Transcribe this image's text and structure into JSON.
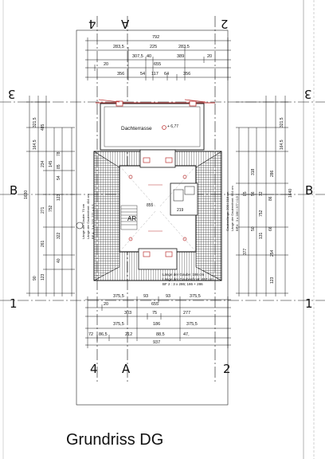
{
  "title": "Grundriss DG",
  "axes": {
    "top_left": "4",
    "top_mid": "A",
    "top_right": "2",
    "left_top": "3",
    "right_top": "3",
    "left_mid": "B",
    "right_mid": "B",
    "left_bottom": "1",
    "right_bottom": "1",
    "bottom_left": "4",
    "bottom_mid": "A",
    "bottom_right": "2"
  },
  "top_dims": {
    "row1": [
      "792"
    ],
    "row2": [
      "283,5",
      "225",
      "283,5"
    ],
    "row3": [
      "307,5",
      "40",
      "389",
      "20"
    ],
    "row4": [
      "20",
      "655"
    ],
    "row5": [
      "356",
      "54",
      "117",
      "64",
      "356"
    ]
  },
  "bottom_dims": {
    "row1": [
      "375,5",
      "93",
      "93",
      "375,5"
    ],
    "row2": [
      "20",
      "655"
    ],
    "row3": [
      "303",
      "75",
      "277"
    ],
    "row4": [
      "375,5",
      "186",
      "375,5"
    ],
    "row5": [
      "72",
      "86,5",
      "212",
      "88,5",
      "47,"
    ],
    "row6": [
      "937"
    ]
  },
  "left_dims": [
    "1630",
    "321,5",
    "164,5",
    "485",
    "234",
    "78",
    "145",
    "85",
    "54",
    "271",
    "752",
    "123",
    "322",
    "261",
    "40",
    "123",
    "90"
  ],
  "right_dims": [
    "321,5",
    "164,5",
    "1640",
    "286",
    "318",
    "85",
    "56",
    "12",
    "86",
    "752",
    "377",
    "50",
    "66",
    "131",
    "254",
    "123"
  ],
  "rooms": {
    "terrace_label": "Dachterrasse",
    "terrace_level": "+ 6,77",
    "room_main": "AR",
    "area_1": "855",
    "area_2": "219"
  },
  "notes": {
    "left_note": [
      "Länge der Gaube: 70 cm",
      "Länge der Gaubenfront: 404 cm",
      "BF 4 : 3 x 215, 271 x 0,5"
    ],
    "right_note": [
      "Gaubenlänge: 200 / 218 cm",
      "Länge der Gaubenfront: 654 cm",
      "BF 4 : 3 x 286 / 377 / 0,5"
    ],
    "bottom_note": [
      "Länge der Gaube: 186 cm",
      "Länge der Gaubenfront: 657 cm",
      "BF 2 : 3 x 286; 186 + 286"
    ]
  }
}
